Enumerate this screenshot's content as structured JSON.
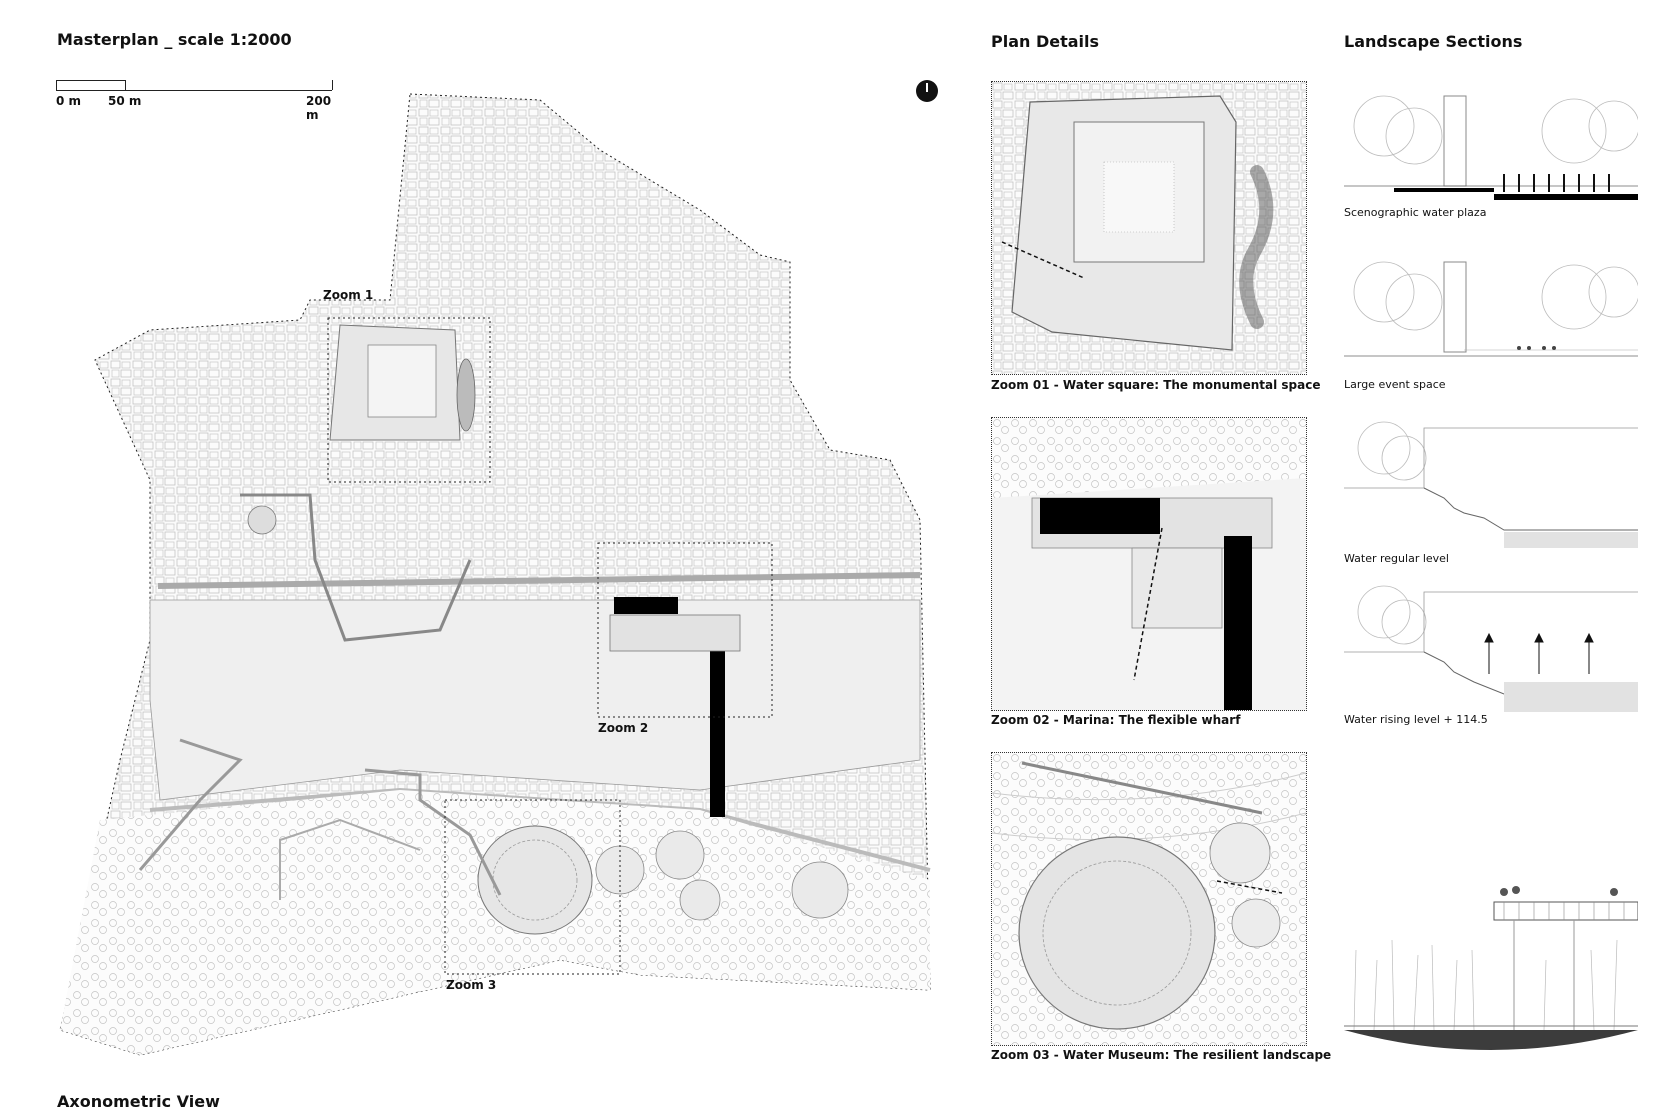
{
  "masterplan": {
    "title": "Masterplan _ scale 1:2000",
    "scale_labels": [
      "0 m",
      "50 m",
      "200 m"
    ],
    "zooms": [
      "Zoom 1",
      "Zoom 2",
      "Zoom 3"
    ]
  },
  "plan_details": {
    "title": "Plan Details",
    "captions": [
      "Zoom 01 - Water square: The monumental space",
      "Zoom 02 - Marina: The flexible wharf",
      "Zoom 03 - Water Museum: The resilient landscape"
    ]
  },
  "landscape_sections": {
    "title": "Landscape Sections",
    "captions": [
      "Scenographic water plaza",
      "Large event space",
      "Water regular level",
      "Water rising level + 114.5"
    ]
  },
  "axonometric": {
    "title": "Axonometric View"
  },
  "colors": {
    "ink": "#111111",
    "river": "#efefef",
    "built": "#d9d9d9",
    "paper": "#ffffff"
  },
  "icons": {
    "north": "north-arrow-icon"
  }
}
